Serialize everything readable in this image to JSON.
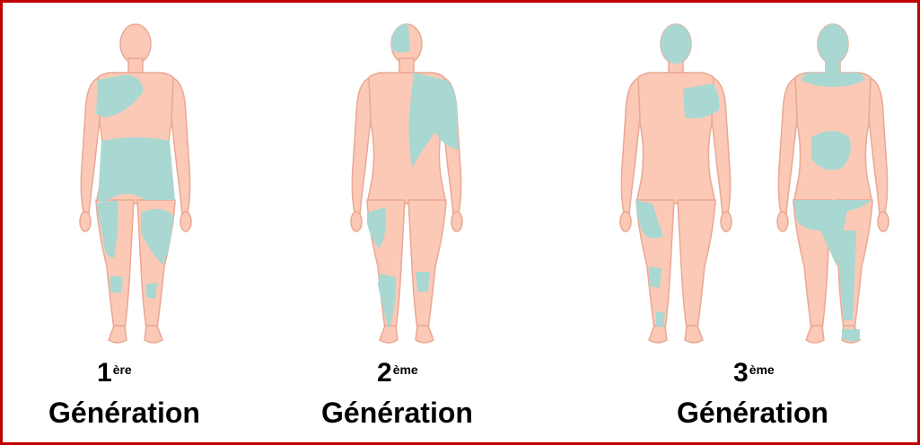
{
  "colors": {
    "border": "#c00000",
    "skin": "#fbc9b6",
    "skin_outline": "#e9a893",
    "patch": "#a9d8d2"
  },
  "captions": [
    {
      "number": "1",
      "suffix": "ère",
      "word": "Génération"
    },
    {
      "number": "2",
      "suffix": "ème",
      "word": "Génération"
    },
    {
      "number": "3",
      "suffix": "ème",
      "word": "Génération"
    }
  ],
  "figures": [
    {
      "name": "figure-generation-1-female"
    },
    {
      "name": "figure-generation-2-female"
    },
    {
      "name": "figure-generation-3-female"
    },
    {
      "name": "figure-generation-3-male"
    }
  ]
}
